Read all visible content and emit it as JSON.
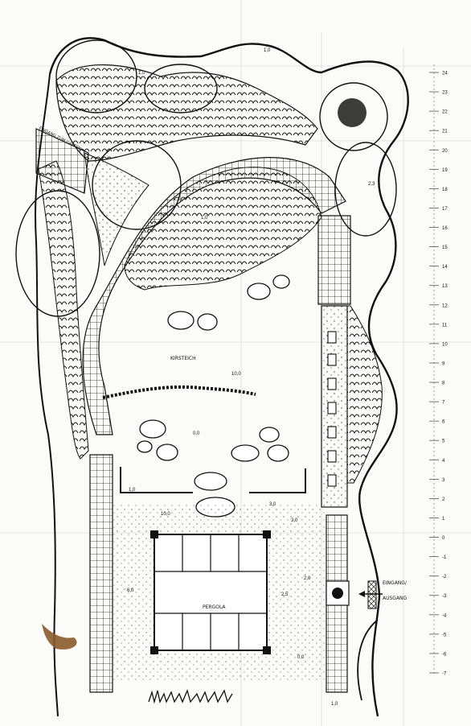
{
  "plan": {
    "labels": {
      "pond": "KIRSTEICH",
      "pergola": "PERGOLA",
      "entrance_line1": "EINGANG/",
      "entrance_line2": "AUSGANG",
      "side_path": "EINGANG ZUM GARTEN"
    },
    "dimensions": {
      "terrace_edge": "1,0",
      "terrace_width": "10,0",
      "terrace_right": "3,0",
      "terrace_step": "3,0",
      "pergola_height": "6,0",
      "pergola_side": "2,5",
      "pergola_side2": "2,0",
      "lawn_center": "0,0",
      "lawn_mid": "10,0",
      "top_bed": "1,0",
      "right_bed": "2,3",
      "lower_right": "0,0",
      "bottom_width": "1,0",
      "top_left_mark": "1,0",
      "center_bed": "1,0"
    },
    "scale_marks": [
      "24",
      "23",
      "22",
      "21",
      "20",
      "19",
      "18",
      "17",
      "16",
      "15",
      "14",
      "13",
      "12",
      "11",
      "10",
      "9",
      "8",
      "7",
      "6",
      "5",
      "4",
      "3",
      "2",
      "1",
      "0",
      "-1",
      "-2",
      "-3",
      "-4",
      "-5",
      "-6",
      "-7"
    ]
  }
}
